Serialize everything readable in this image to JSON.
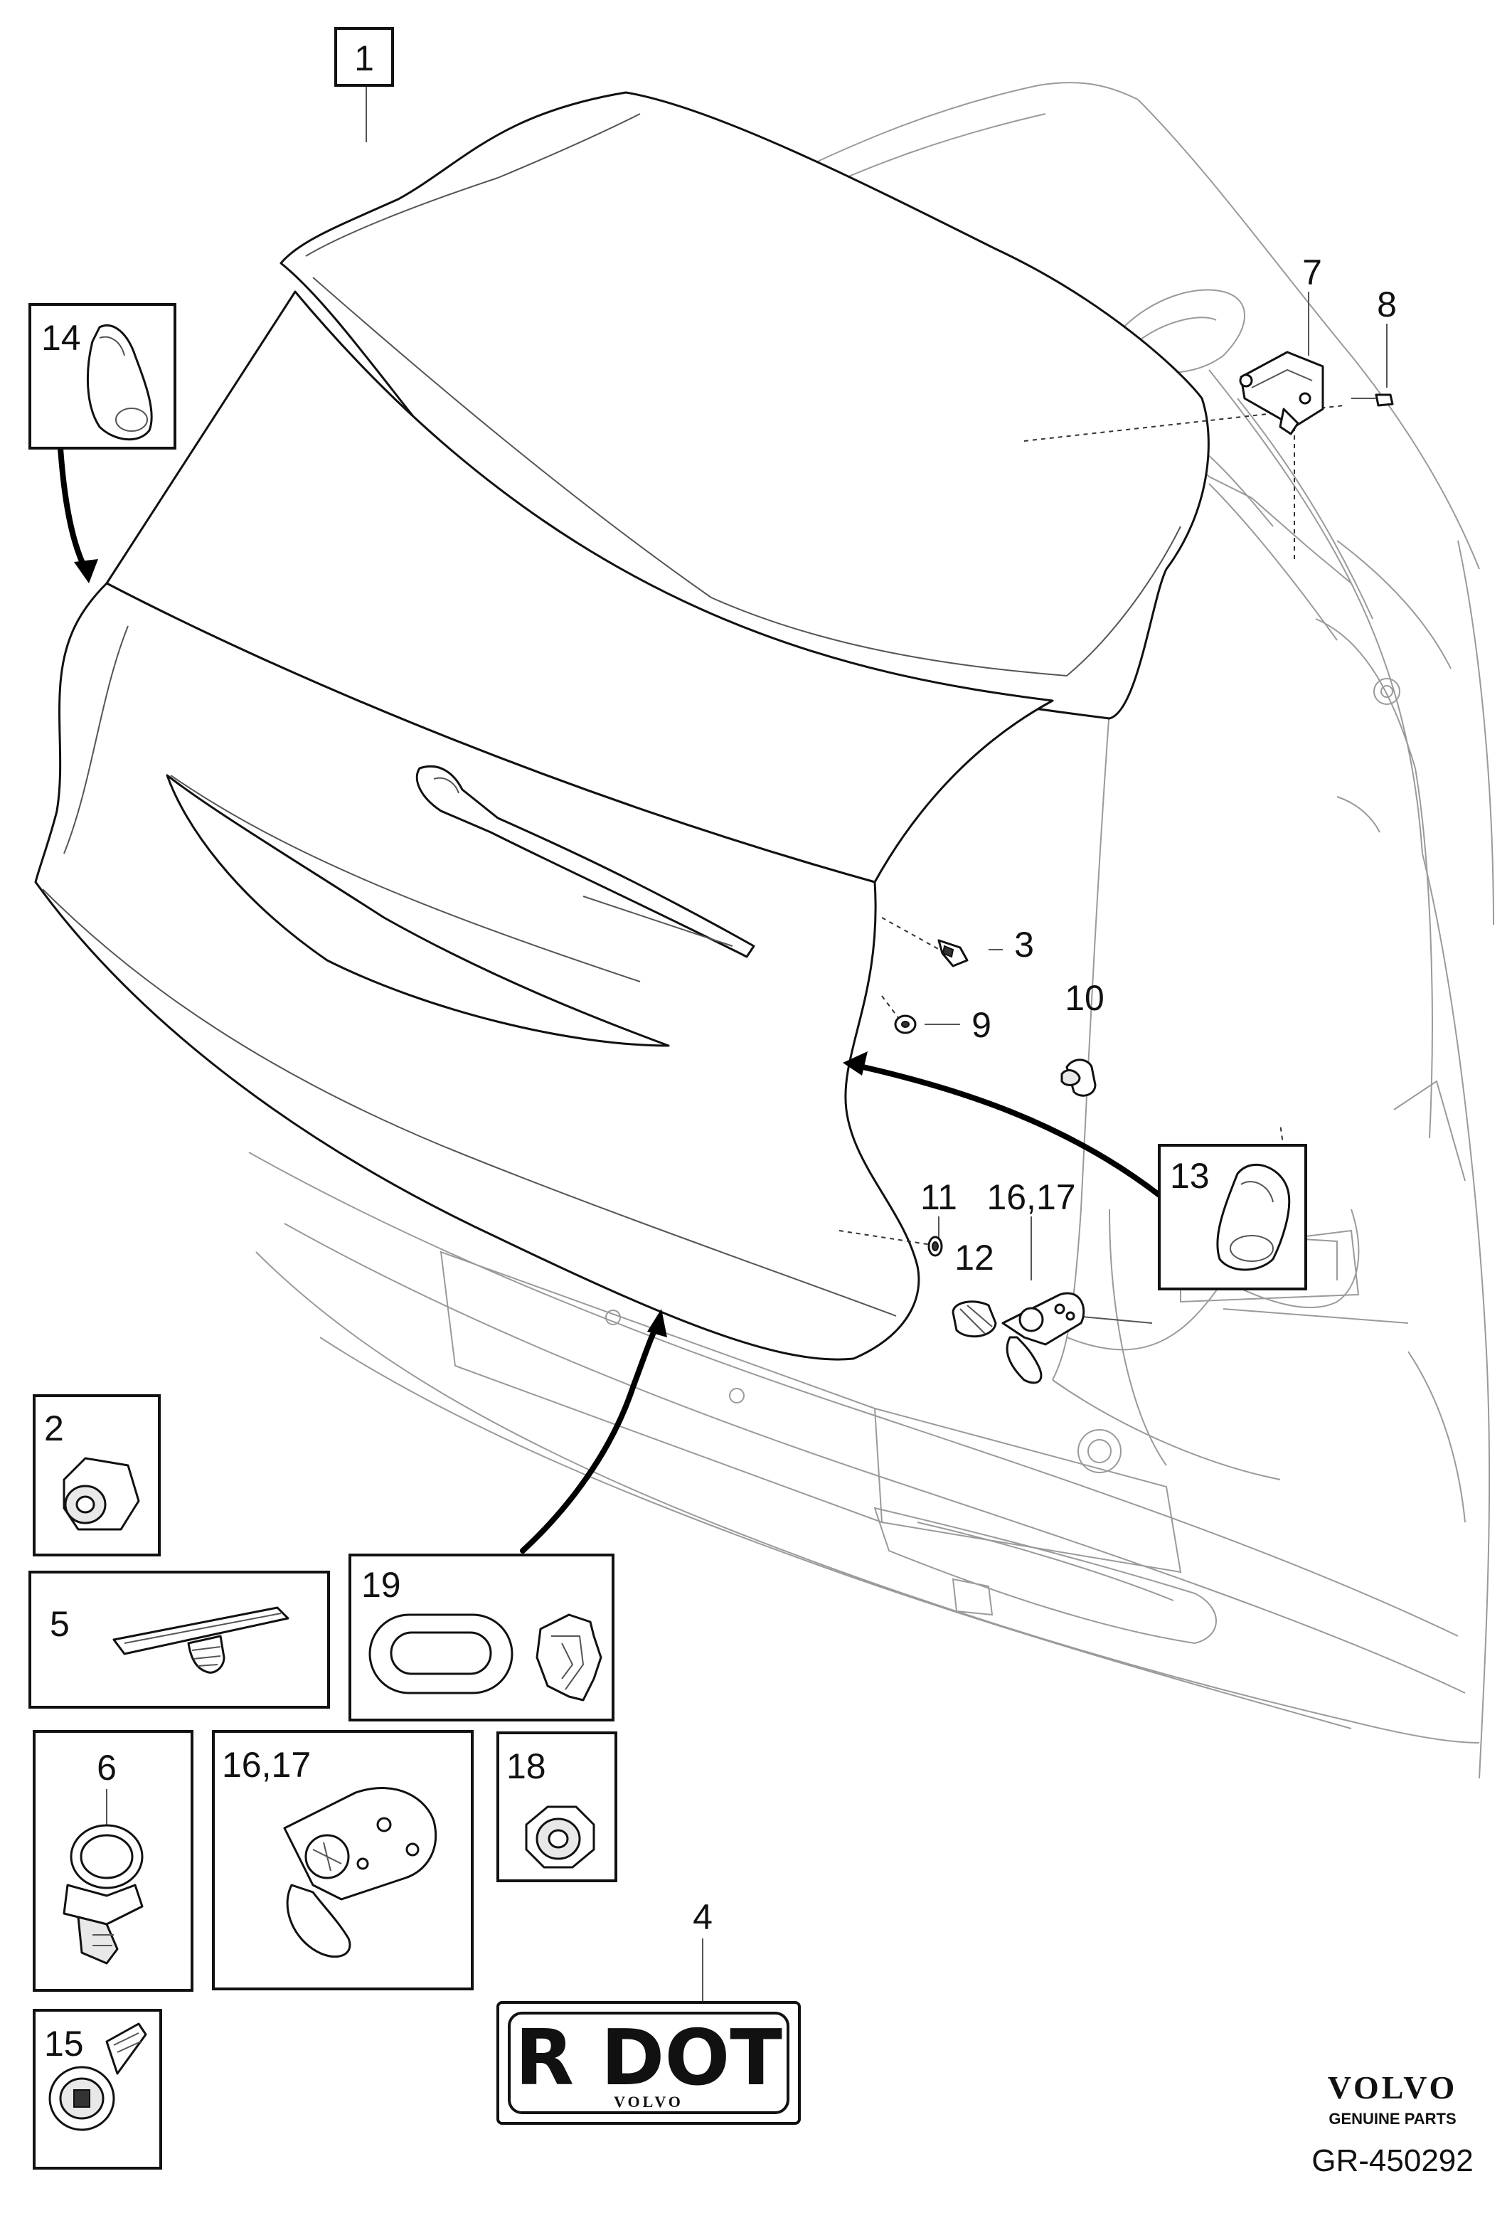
{
  "callouts": {
    "c1": "1",
    "c2": "2",
    "c3": "3",
    "c4": "4",
    "c5": "5",
    "c6": "6",
    "c7": "7",
    "c8": "8",
    "c9": "9",
    "c10": "10",
    "c11": "11",
    "c12": "12",
    "c13": "13",
    "c14": "14",
    "c15": "15",
    "c1617_main": "16,17",
    "c1617_box": "16,17",
    "c18": "18",
    "c19": "19"
  },
  "plate": {
    "text": "R DOT",
    "sub": "VOLVO"
  },
  "branding": {
    "logo": "VOLVO",
    "tagline": "GENUINE PARTS",
    "figure_id": "GR-450292"
  },
  "colors": {
    "line": "#111111",
    "background": "#ffffff",
    "ghost": "#9a9a9a"
  }
}
